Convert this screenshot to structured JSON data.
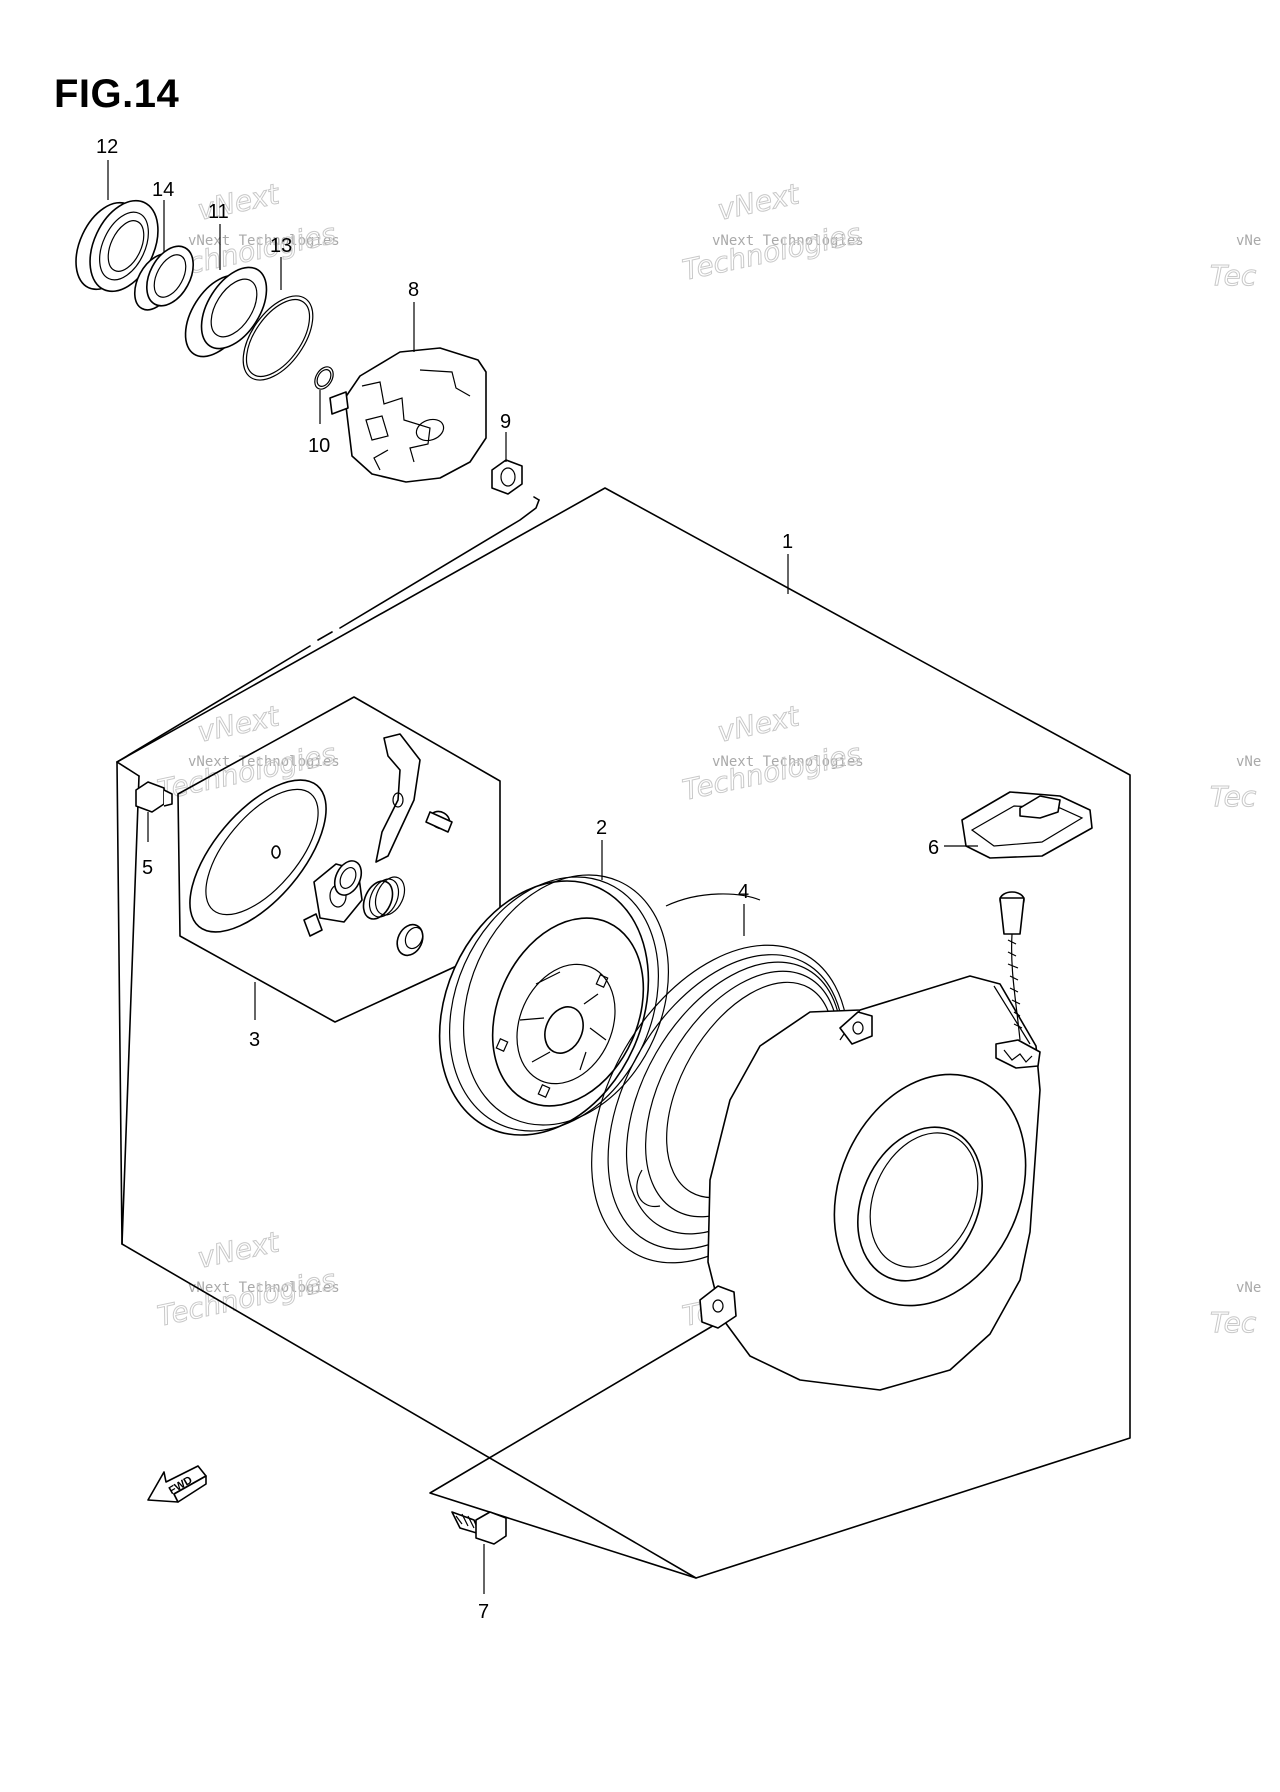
{
  "figure": {
    "title": "FIG.14"
  },
  "callouts": [
    "1",
    "2",
    "3",
    "4",
    "5",
    "6",
    "7",
    "8",
    "9",
    "10",
    "11",
    "12",
    "13",
    "14"
  ],
  "watermark": {
    "line1": "vNext Technologies",
    "line2": "vNext",
    "line3": "Technologies",
    "partial": "vNe",
    "partial2": "Tec"
  },
  "direction": {
    "label": "FWD"
  },
  "colors": {
    "line": "#000000",
    "watermark": "#a9a9a9",
    "background": "#ffffff"
  }
}
